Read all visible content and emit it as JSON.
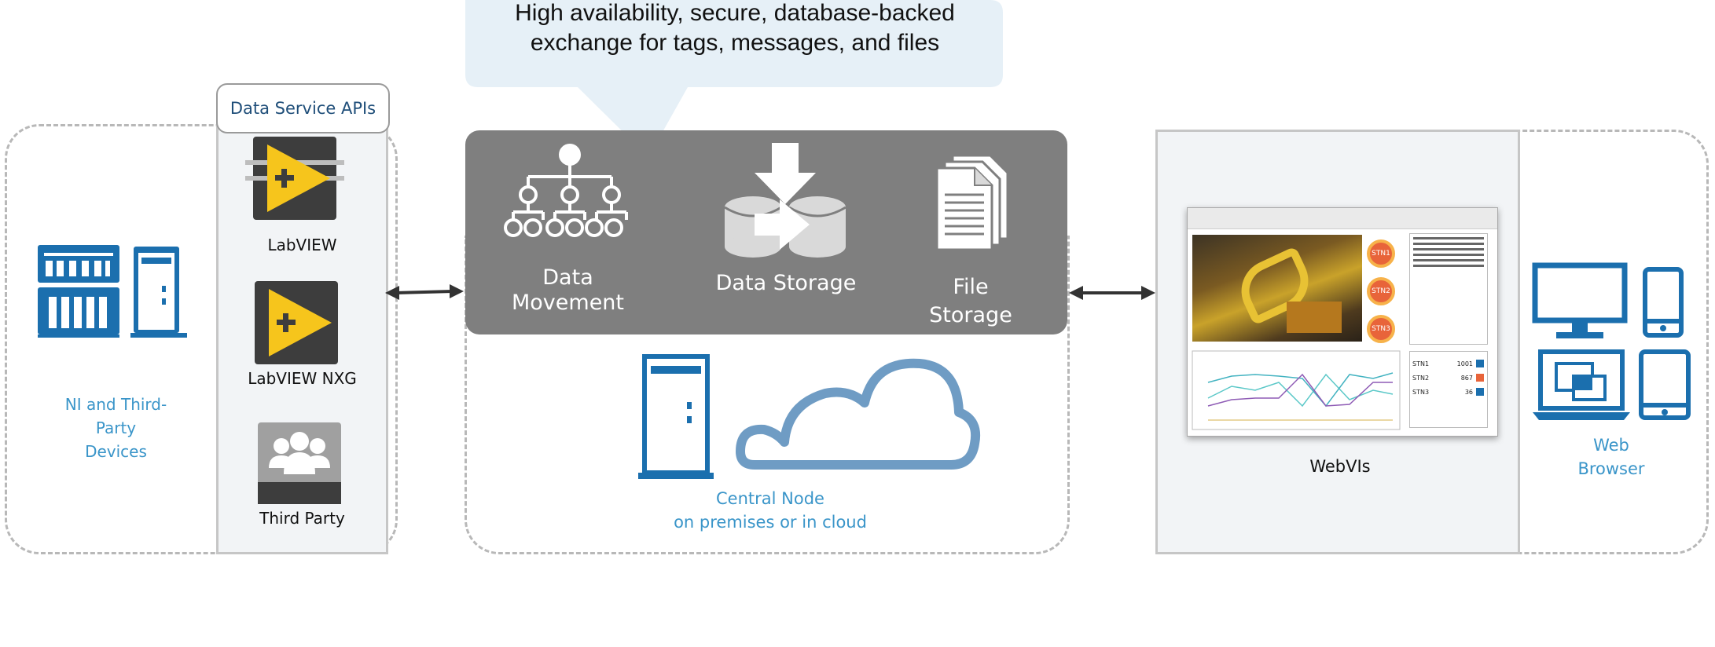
{
  "callout": {
    "line1": "High availability, secure, database-backed",
    "line2": "exchange for tags, messages, and files"
  },
  "apis": {
    "header": "Data Service APIs",
    "items": [
      {
        "label": "LabVIEW"
      },
      {
        "label": "LabVIEW NXG"
      },
      {
        "label": "Third Party"
      }
    ]
  },
  "devices": {
    "line1": "NI and Third-",
    "line2": "Party",
    "line3": "Devices"
  },
  "services": {
    "data_movement_line1": "Data",
    "data_movement_line2": "Movement",
    "data_storage": "Data Storage",
    "file_storage_line1": "File",
    "file_storage_line2": "Storage"
  },
  "central_node": {
    "line1": "Central Node",
    "line2": "on premises or in cloud"
  },
  "webvis": {
    "label": "WebVIs",
    "stations": [
      "STN1",
      "STN2",
      "STN3"
    ],
    "table": [
      {
        "name": "STN1",
        "value": "1001"
      },
      {
        "name": "STN2",
        "value": "867"
      },
      {
        "name": "STN3",
        "value": "36"
      }
    ]
  },
  "browser": {
    "line1": "Web",
    "line2": "Browser"
  },
  "colors": {
    "accent_blue": "#1b6fae",
    "label_blue": "#3a95c9",
    "service_box": "#7f7f7f",
    "callout_bg": "#e6f0f7",
    "labview_yellow": "#f6c51c",
    "cloud_blue": "#6f9cc4"
  }
}
